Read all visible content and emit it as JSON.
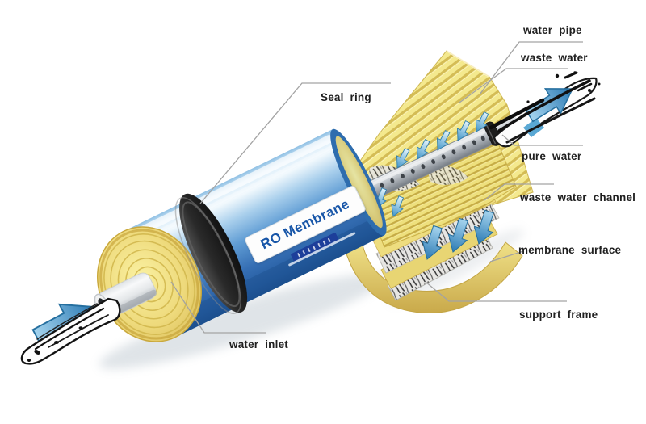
{
  "diagram": {
    "product_label": "RO Membrane",
    "labels": {
      "water_pipe": "water pipe",
      "waste_water": "waste water",
      "seal_ring": "Seal ring",
      "pure_water": "pure water",
      "waste_water_channel": "waste water channel",
      "membrane_surface": "membrane surface",
      "support_frame": "support frame",
      "water_inlet": "water inlet"
    },
    "colors": {
      "background": "#ffffff",
      "housing_blue": "#3c7fc0",
      "membrane_yellow": "#eedd7f",
      "product_text_blue": "#1856a8",
      "annotation_text": "#1f1f1f",
      "leader_line": "#a3a3a3",
      "flow_arrow_blue": "#2d7cb8",
      "seal_ring_dark": "#2b2b2b",
      "pipe_gray": "#a7adb3"
    }
  }
}
